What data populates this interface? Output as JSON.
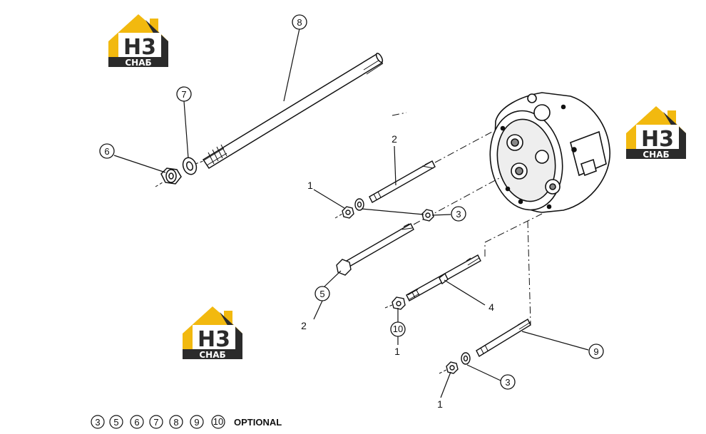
{
  "logo": {
    "letters": "H3",
    "caption": "СНАБ",
    "accent": "#f2b90f",
    "dark": "#2b2b2b"
  },
  "callouts": {
    "c1a": "1",
    "c1b": "1",
    "c1c": "1",
    "c2a": "2",
    "c2b": "2",
    "c3a": "3",
    "c3b": "3",
    "c4": "4",
    "c5": "5",
    "c6": "6",
    "c7": "7",
    "c8": "8",
    "c9": "9",
    "c10": "10"
  },
  "legend": {
    "items": [
      "3",
      "5",
      "6",
      "7",
      "8",
      "9",
      "10"
    ],
    "label": "OPTIONAL"
  }
}
